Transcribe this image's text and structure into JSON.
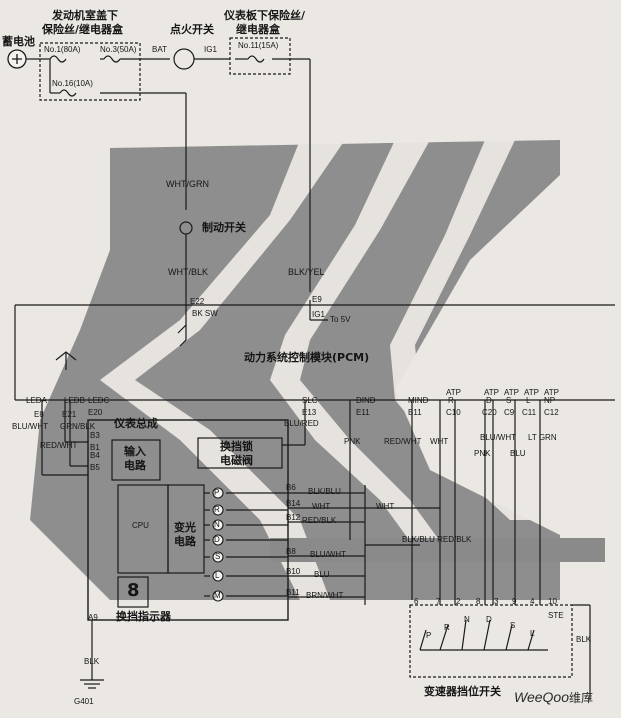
{
  "top": {
    "battery": "蓄电池",
    "engine_fuse_box": [
      "发动机室盖下",
      "保险丝/继电器盒"
    ],
    "fuse_no1": "No.1(80A)",
    "fuse_no3": "No.3(50A)",
    "fuse_no16": "No.16(10A)",
    "bat": "BAT",
    "ig1": "IG1",
    "ignition_switch": "点火开关",
    "dash_fuse_box": [
      "仪表板下保险丝/",
      "继电器盒"
    ],
    "fuse_no11": "No.11(15A)"
  },
  "brake": {
    "wire_wht_grn": "WHT/GRN",
    "switch": "制动开关",
    "wire_wht_blk": "WHT/BLK",
    "e22": "E22",
    "bk_sw": "BK SW"
  },
  "pcm": {
    "wire_blk_yel": "BLK/YEL",
    "e9": "E9",
    "ig1": "IG1",
    "to5v": "To 5V",
    "title": "动力系统控制模块(PCM)",
    "leda": "LEDA",
    "ledb": "LEDB",
    "ledc": "LEDC",
    "e8": "E8",
    "e21": "E21",
    "e20": "E20",
    "slc": "SLC",
    "e13": "E13",
    "dind": "DIND",
    "e11": "E11",
    "mind": "MIND",
    "b11": "B11",
    "atp_r": [
      "ATP",
      "R"
    ],
    "atp_d": [
      "ATP",
      "D"
    ],
    "atp_s": [
      "ATP",
      "S"
    ],
    "atp_l": [
      "ATP",
      "L"
    ],
    "atp_np": [
      "ATP",
      "NP"
    ],
    "c10": "C10",
    "c20": "C20",
    "c9": "C9",
    "c11": "C11",
    "c12": "C12"
  },
  "cluster": {
    "title": "仪表总成",
    "blu_wht": "BLU/WHT",
    "grn_blk": "GRN/BLK",
    "red_wht": "RED/WHT",
    "b3": "B3",
    "b1": "B1",
    "b4": "B4",
    "b5": "B5",
    "input_circuit": [
      "输入",
      "电路"
    ],
    "solenoid": [
      "换挡锁",
      "电磁阀"
    ],
    "cpu": "CPU",
    "dimmer": [
      "变光",
      "电路"
    ],
    "shift_indicator": "换挡指示器",
    "display_char": "8",
    "a9": "A9",
    "pins": [
      "B6",
      "B14",
      "B12",
      "B8",
      "B10",
      "B11"
    ],
    "lamps": [
      "P",
      "R",
      "N",
      "D",
      "S",
      "L",
      "M"
    ]
  },
  "wires": {
    "blu_red": "BLU/RED",
    "pnk": "PNK",
    "red_wht": "RED/WHT",
    "wht": "WHT",
    "blu_wht": "BLU/WHT",
    "pnk2": "PNK",
    "blu": "BLU",
    "lt_grn": "LT GRN",
    "b6": "BLK/BLU",
    "b14": "WHT",
    "b12": "RED/BLK",
    "mid_wht": "WHT",
    "b8": "BLU/WHT",
    "b10": "BLU",
    "b11": "BRN/WHT",
    "bus_label": "BLK/BLU  RED/BLK",
    "blk_ground": "BLK",
    "blk_right": "BLK",
    "g401": "G401"
  },
  "trans_switch": {
    "title": "变速器挡位开关",
    "pins": [
      "6",
      "7",
      "2",
      "8",
      "3",
      "9",
      "4",
      "10"
    ],
    "positions": [
      "P",
      "R",
      "N",
      "D",
      "S",
      "L"
    ],
    "ste": "STE"
  },
  "watermark": {
    "brand": "WeeQoo",
    "suffix": "维库"
  }
}
